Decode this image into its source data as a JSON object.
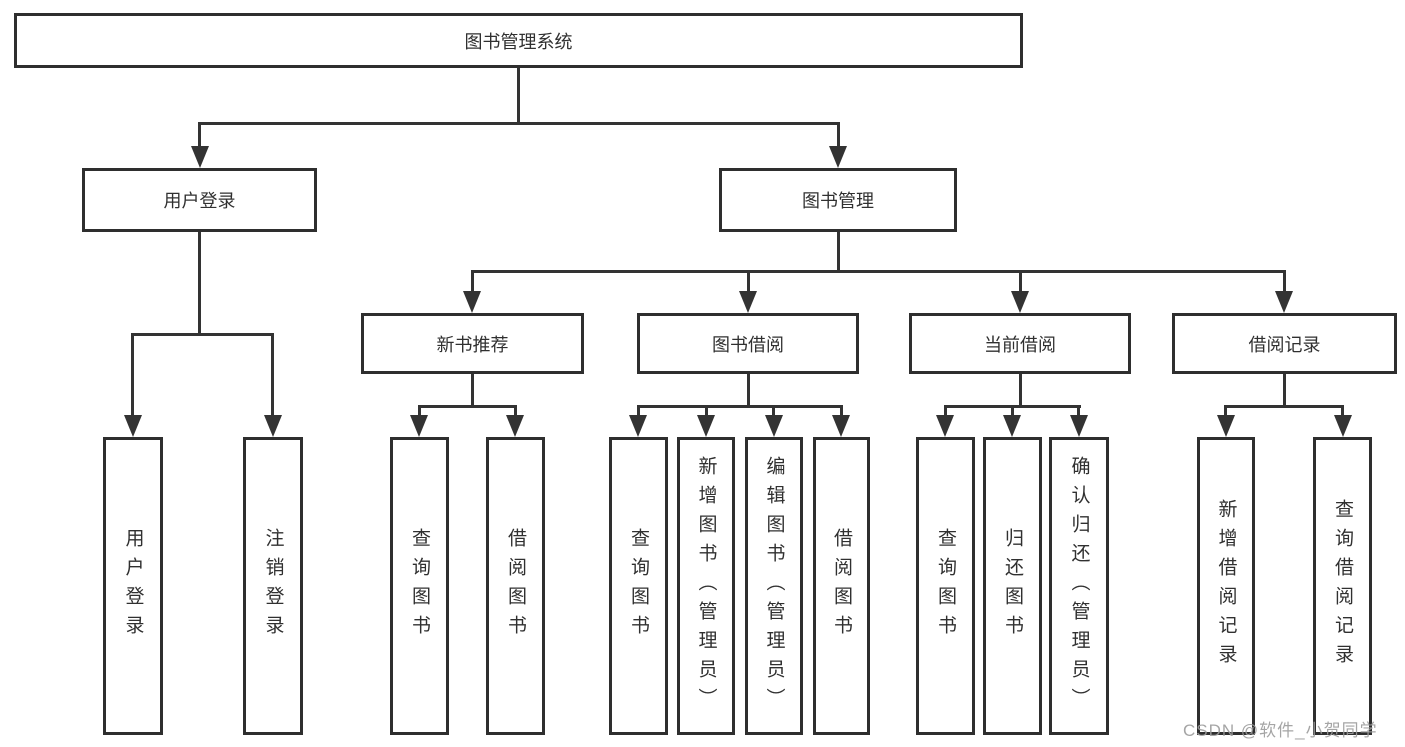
{
  "diagram": {
    "title": "图书管理系统",
    "root": {
      "label": "图书管理系统"
    },
    "level2": [
      {
        "label": "用户登录"
      },
      {
        "label": "图书管理"
      }
    ],
    "level3": [
      {
        "label": "新书推荐",
        "parent": "图书管理"
      },
      {
        "label": "图书借阅",
        "parent": "图书管理"
      },
      {
        "label": "当前借阅",
        "parent": "图书管理"
      },
      {
        "label": "借阅记录",
        "parent": "图书管理"
      }
    ],
    "leaves": [
      {
        "label": "用户登录",
        "parent": "用户登录"
      },
      {
        "label": "注销登录",
        "parent": "用户登录"
      },
      {
        "label": "查询图书",
        "parent": "新书推荐"
      },
      {
        "label": "借阅图书",
        "parent": "新书推荐"
      },
      {
        "label": "查询图书",
        "parent": "图书借阅"
      },
      {
        "label": "新增图书（管理员）",
        "parent": "图书借阅"
      },
      {
        "label": "编辑图书（管理员）",
        "parent": "图书借阅"
      },
      {
        "label": "借阅图书",
        "parent": "图书借阅"
      },
      {
        "label": "查询图书",
        "parent": "当前借阅"
      },
      {
        "label": "归还图书",
        "parent": "当前借阅"
      },
      {
        "label": "确认归还（管理员）",
        "parent": "当前借阅"
      },
      {
        "label": "新增借阅记录",
        "parent": "借阅记录"
      },
      {
        "label": "查询借阅记录",
        "parent": "借阅记录"
      }
    ],
    "colors": {
      "line": "#333333",
      "border": "#2e2e2e",
      "text": "#303030",
      "background": "#ffffff",
      "watermark": "#9c9c9c"
    }
  },
  "watermark": {
    "text": "CSDN @软件_小贺同学"
  }
}
